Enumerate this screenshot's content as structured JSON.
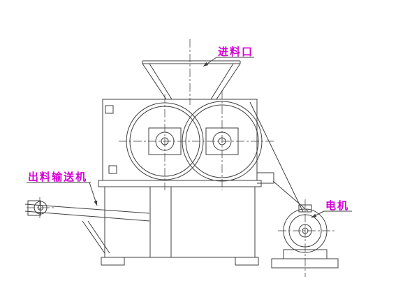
{
  "diagram": {
    "labels": {
      "feed_inlet": "进料口",
      "discharge_conveyor": "出料输送机",
      "motor": "电机"
    },
    "colors": {
      "line": "#3f3f3f",
      "label": "#d400d4",
      "background": "#ffffff"
    }
  }
}
